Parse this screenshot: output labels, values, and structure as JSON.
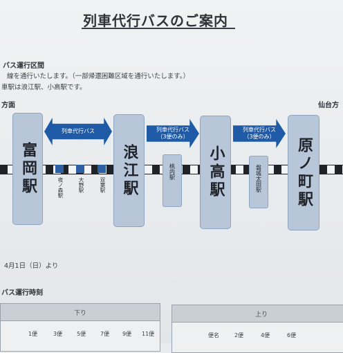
{
  "title": "列車代行バスのご案内",
  "section_route": "バス運行区間",
  "line1": "線を通行いたします。（一部帰還困難区域を通行いたします。）",
  "line2": "車駅は浪江駅、小高駅です。",
  "dir_left": "方面",
  "dir_right": "仙台方",
  "stations": [
    "富岡駅",
    "浪江駅",
    "小高駅",
    "原ノ町駅"
  ],
  "small_stops": [
    "夜ノ森駅",
    "大野駅",
    "双葉駅"
  ],
  "mini_stops": [
    "桃内駅",
    "磐城太田駅"
  ],
  "arrows": [
    {
      "line1": "列車代行バス",
      "line2": ""
    },
    {
      "line1": "列車代行バス",
      "line2": "（3便のみ）"
    },
    {
      "line1": "列車代行バス",
      "line2": "（3便のみ）"
    }
  ],
  "start_date": "4月1日（日）より",
  "section_timetable": "バス運行時刻",
  "table_left": {
    "header": "下り",
    "cols": [
      "1便",
      "3便",
      "5便",
      "7便",
      "9便",
      "11便"
    ]
  },
  "table_right": {
    "header": "上り",
    "cols": [
      "便名",
      "2便",
      "4便",
      "6便"
    ]
  }
}
